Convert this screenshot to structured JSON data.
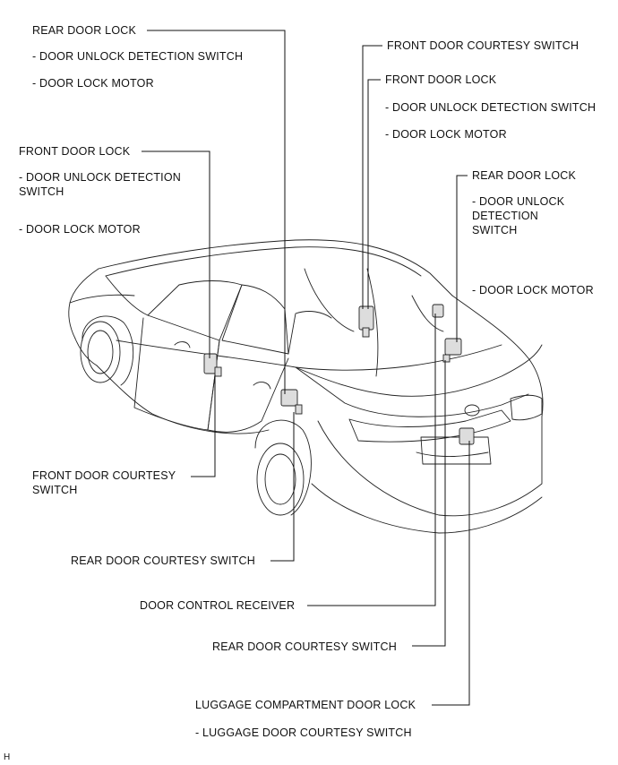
{
  "labels": {
    "rear_door_lock_left": "REAR DOOR LOCK",
    "rear_door_lock_left_sub1": "- DOOR UNLOCK DETECTION SWITCH",
    "rear_door_lock_left_sub2": "- DOOR LOCK MOTOR",
    "front_door_lock_left": "FRONT DOOR LOCK",
    "front_door_lock_left_sub1": "- DOOR UNLOCK DETECTION SWITCH",
    "front_door_lock_left_sub2": "- DOOR LOCK MOTOR",
    "front_door_courtesy_switch_right": "FRONT DOOR COURTESY SWITCH",
    "front_door_lock_right": "FRONT DOOR LOCK",
    "front_door_lock_right_sub1": "- DOOR UNLOCK DETECTION SWITCH",
    "front_door_lock_right_sub2": "- DOOR LOCK MOTOR",
    "rear_door_lock_right": "REAR DOOR LOCK",
    "rear_door_lock_right_sub1": "- DOOR UNLOCK DETECTION SWITCH",
    "rear_door_lock_right_sub2": "- DOOR LOCK MOTOR",
    "front_door_courtesy_switch_left": "FRONT DOOR COURTESY SWITCH",
    "rear_door_courtesy_switch_left": "REAR DOOR COURTESY SWITCH",
    "door_control_receiver": "DOOR CONTROL RECEIVER",
    "rear_door_courtesy_switch_right": "REAR DOOR COURTESY SWITCH",
    "luggage_compartment_door_lock": "LUGGAGE COMPARTMENT DOOR LOCK",
    "luggage_door_courtesy_switch": "- LUGGAGE DOOR COURTESY SWITCH",
    "figure_code": "H"
  }
}
